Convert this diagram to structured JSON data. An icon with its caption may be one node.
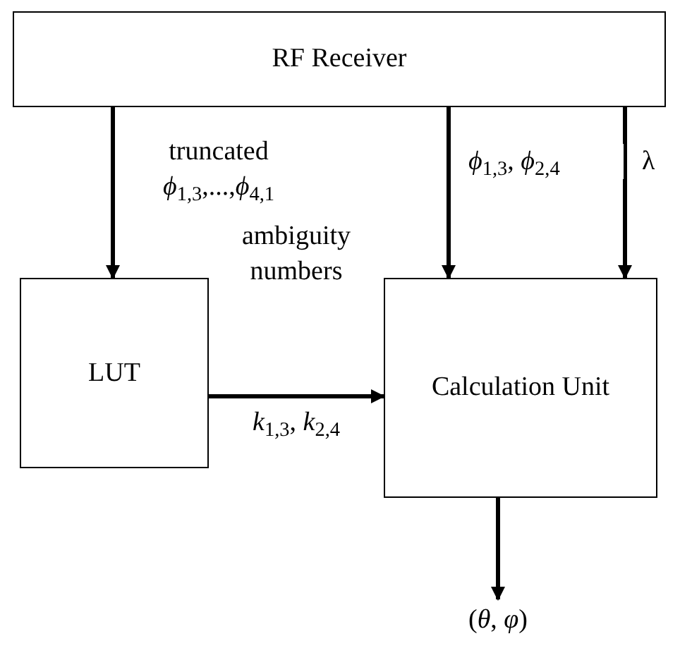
{
  "diagram": {
    "nodes": [
      {
        "text": [
          "RF Receiver"
        ]
      },
      {
        "text": [
          "LUT"
        ]
      },
      {
        "text": [
          "Calculation Unit"
        ]
      },
      {
        "text": [
          "(*θ*, *φ*)"
        ]
      }
    ],
    "edges": [
      {
        "from": 0,
        "to": 1,
        "arrow": "to",
        "label": "truncated *ϕ*$_{1,3}$,...,*ϕ*$_{4,1}$"
      },
      {
        "from": 0,
        "to": 2,
        "arrow": "to",
        "label": "*ϕ*$_{1,3}$, *ϕ*$_{2,4}$"
      },
      {
        "from": 0,
        "to": 2,
        "arrow": "to",
        "label": "λ"
      },
      {
        "from": 1,
        "to": 2,
        "arrow": "to",
        "label": "ambiguity numbers"
      },
      {
        "from": 2,
        "to": 3,
        "arrow": "to"
      }
    ],
    "labels": [
      "*k*$_{1,3}$, *k*$_{2,4}$"
    ]
  }
}
